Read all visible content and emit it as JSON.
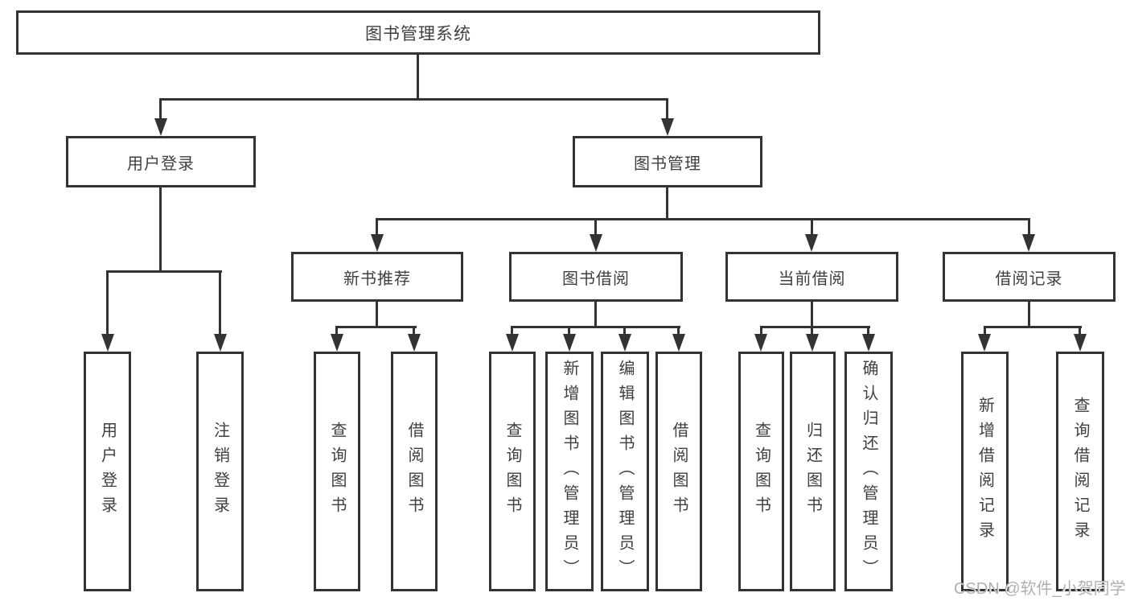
{
  "diagram": {
    "root": "图书管理系统",
    "branches": {
      "user_login": {
        "label": "用户登录",
        "children": [
          "用户登录",
          "注销登录"
        ]
      },
      "book_management": {
        "label": "图书管理",
        "children": {
          "new_book_recommend": {
            "label": "新书推荐",
            "children": [
              "查询图书",
              "借阅图书"
            ]
          },
          "book_borrow": {
            "label": "图书借阅",
            "children": [
              "查询图书",
              "新增图书（管理员）",
              "编辑图书（管理员）",
              "借阅图书"
            ]
          },
          "current_borrow": {
            "label": "当前借阅",
            "children": [
              "查询图书",
              "归还图书",
              "确认归还（管理员）"
            ]
          },
          "borrow_records": {
            "label": "借阅记录",
            "children": [
              "新增借阅记录",
              "查询借阅记录"
            ]
          }
        }
      }
    }
  },
  "watermark": "CSDN @软件_小贺同学",
  "colors": {
    "line": "#333333",
    "text": "#3f3f3f",
    "background": "#ffffff",
    "watermark": "#b0b0b0"
  }
}
